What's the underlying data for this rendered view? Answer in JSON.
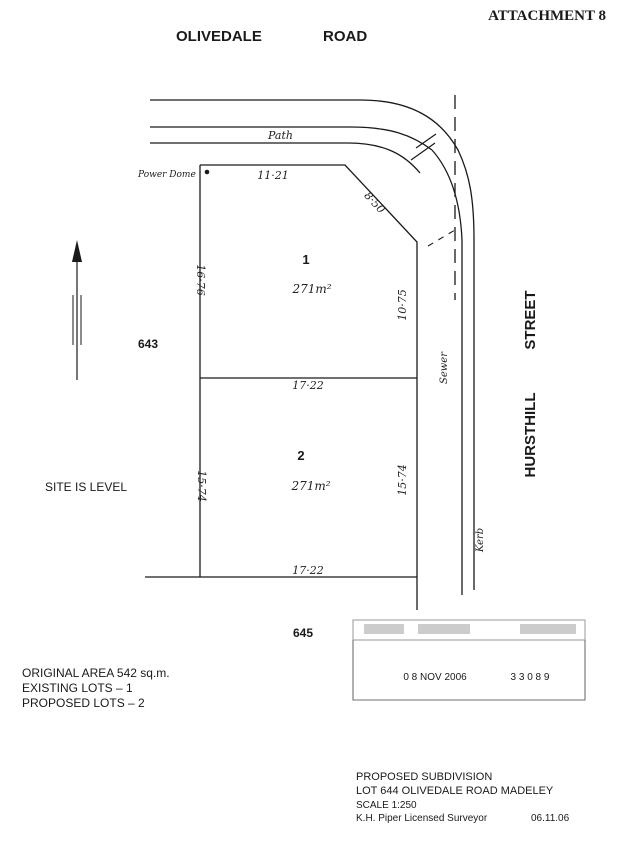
{
  "header": {
    "attachment": "ATTACHMENT 8"
  },
  "roads": {
    "olivedale_word1": "OLIVEDALE",
    "olivedale_word2": "ROAD",
    "hursthill_word1": "HURSTHILL",
    "hursthill_word2": "STREET"
  },
  "plan_labels": {
    "path": "Path",
    "power_dome": "Power Dome",
    "sewer": "Sewer",
    "kerb": "Kerb"
  },
  "dimensions": {
    "top_boundary": "11·21",
    "corner_truncation": "8·50",
    "lot1_west": "16·76",
    "lot1_east": "10·75",
    "middle_boundary": "17·22",
    "lot2_west": "15·74",
    "lot2_east": "15·74",
    "bottom_boundary": "17·22"
  },
  "lots": [
    {
      "number": "1",
      "area": "271m²"
    },
    {
      "number": "2",
      "area": "271m²"
    }
  ],
  "neighbours": {
    "west": "643",
    "south": "645"
  },
  "notes": {
    "site_level": "SITE IS LEVEL",
    "original_area": "ORIGINAL AREA 542 sq.m.",
    "existing_lots": "EXISTING LOTS – 1",
    "proposed_lots": "PROPOSED LOTS – 2"
  },
  "stamp": {
    "date": "0 8 NOV 2006",
    "number": "3 3 0 8 9"
  },
  "title_block": {
    "line1": "PROPOSED SUBDIVISION",
    "line2": "LOT 644 OLIVEDALE ROAD MADELEY",
    "scale": "SCALE 1:250",
    "surveyor": "K.H. Piper  Licensed Surveyor",
    "date": "06.11.06"
  }
}
